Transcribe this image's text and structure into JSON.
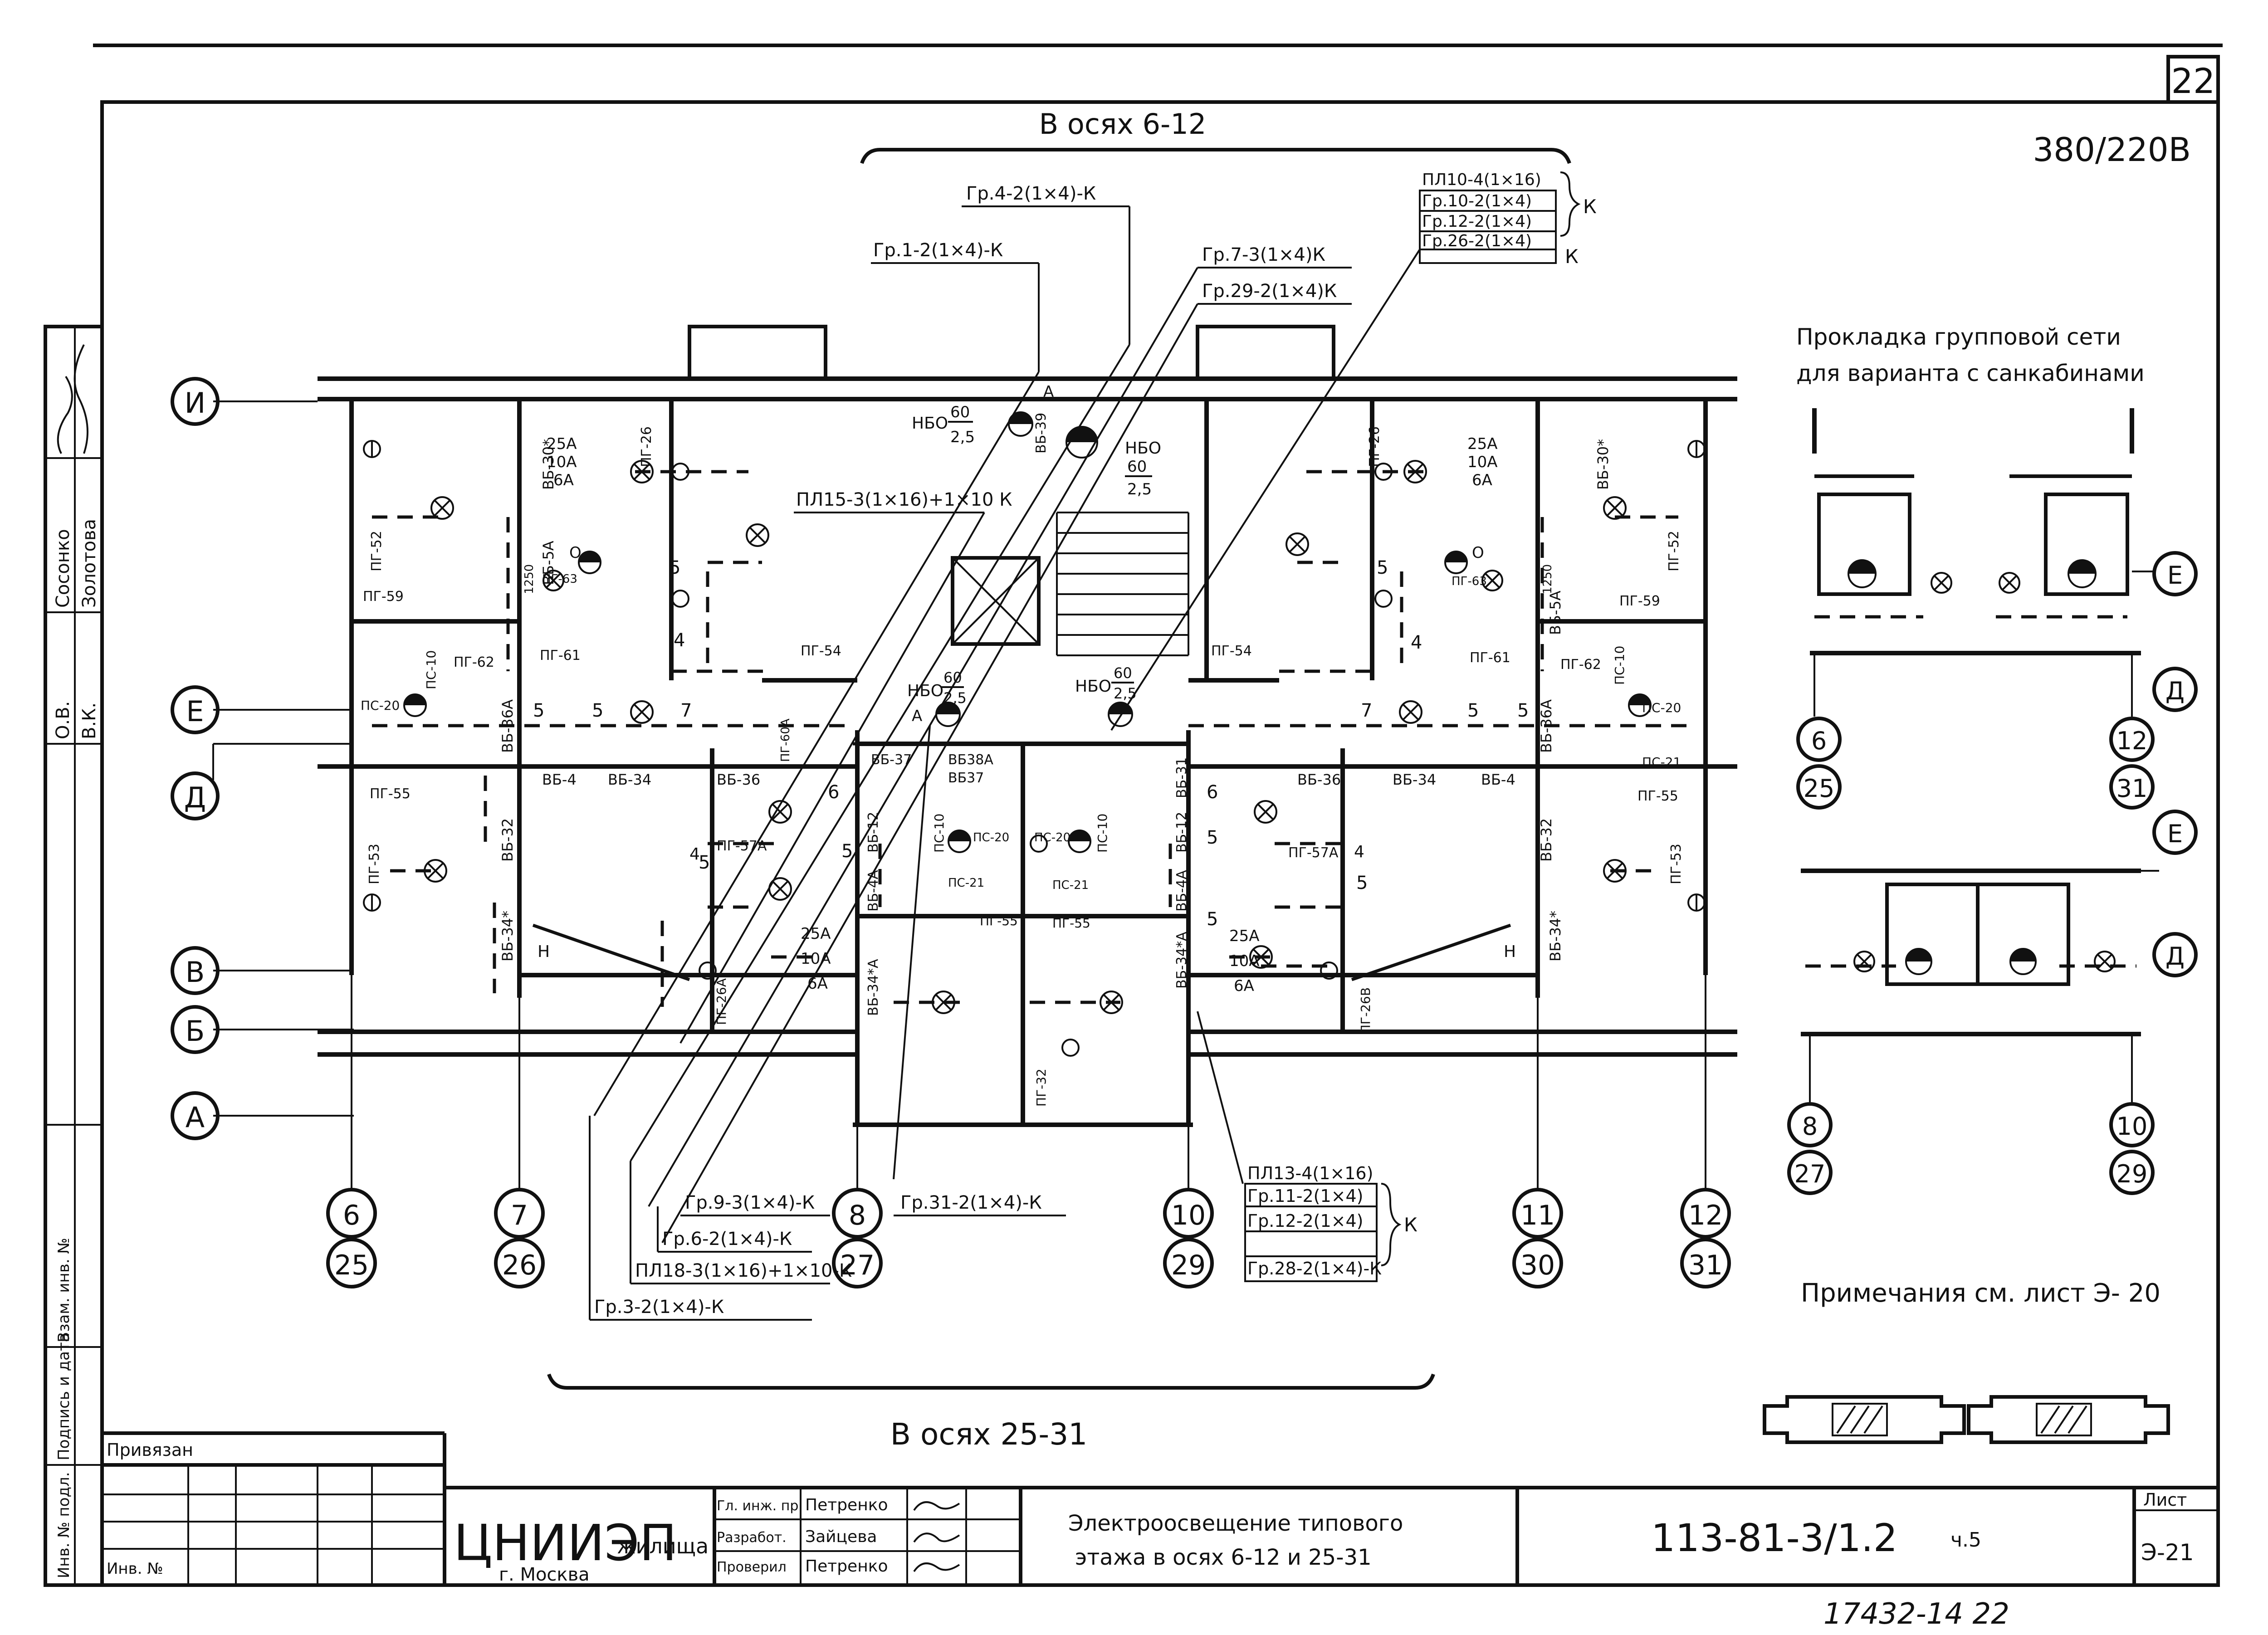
{
  "sheet": {
    "number": "22",
    "voltage": "380/220В",
    "axes_top": "В осях 6-12",
    "axes_bottom": "В осях 25-31",
    "note": "Примечания см. лист Э- 20",
    "doc_number": "113-81-3/1.2",
    "part": "ч.5",
    "sheet_label": "Лист",
    "sheet_code": "Э-21",
    "inventory_stamp": "17432-14 22"
  },
  "side_stamp": {
    "names": [
      "Сосонко",
      "Золотова"
    ],
    "initials": [
      "О.В.",
      "В.К."
    ],
    "field_labels": [
      "Инв. № подл.",
      "Подпись и дата",
      "Взам. инв. №"
    ]
  },
  "variant": {
    "title_line1": "Прокладка групповой сети",
    "title_line2": "для варианта с санкабинами",
    "axes_upper": [
      [
        "6",
        "25"
      ],
      [
        "12",
        "31"
      ]
    ],
    "axes_lower": [
      [
        "8",
        "27"
      ],
      [
        "10",
        "29"
      ]
    ],
    "rows_upper": [
      "Е",
      "Д"
    ],
    "rows_lower": [
      "Е",
      "Д"
    ]
  },
  "axes": {
    "rows": [
      "И",
      "Е",
      "Д",
      "В",
      "Б",
      "А"
    ],
    "columns": [
      [
        "6",
        "25"
      ],
      [
        "7",
        "26"
      ],
      [
        "8",
        "27"
      ],
      [
        "10",
        "29"
      ],
      [
        "11",
        "30"
      ],
      [
        "12",
        "31"
      ]
    ]
  },
  "leaders_top": {
    "gr4": "Гр.4-2(1×4)-К",
    "gr1": "Гр.1-2(1×4)-К",
    "gr7": "Гр.7-3(1×4)К",
    "gr29": "Гр.29-2(1×4)К",
    "pl15": "ПЛ15-3(1×16)+1×10 К",
    "bundle": [
      "ПЛ10-4(1×16)",
      "Гр.10-2(1×4)",
      "Гр.12-2(1×4)",
      "Гр.26-2(1×4)"
    ],
    "bundle_k": [
      "К",
      "К"
    ]
  },
  "leaders_bottom": {
    "gr9": "Гр.9-3(1×4)-К",
    "gr6": "Гр.6-2(1×4)-К",
    "pl18": "ПЛ18-3(1×16)+1×10-К",
    "gr3": "Гр.3-2(1×4)-К",
    "gr31": "Гр.31-2(1×4)-К",
    "bundle": [
      "ПЛ13-4(1×16)",
      "Гр.11-2(1×4)",
      "Гр.12-2(1×4)",
      "Гр.28-2(1×4)-К"
    ],
    "bundle_k": "К"
  },
  "labels": {
    "nbo_top": [
      "НБО",
      "60",
      "2,5"
    ],
    "nbo_stair": [
      "НБО",
      "60",
      "2,5"
    ],
    "nbo_mid1": [
      "НБО",
      "60",
      "2,5"
    ],
    "nbo_mid2": [
      "НБО",
      "60",
      "2,5"
    ],
    "fuses": [
      "25А",
      "10А",
      "6А"
    ],
    "risers": [
      "ВБ-30*",
      "ВБ-5А",
      "ВБ-36А",
      "ВБ-32",
      "ВБ-34*",
      "ВБ-4",
      "ВБ-34",
      "ВБ-36",
      "ВБ-37",
      "ВБ38А",
      "ВБ37",
      "ВБ-12",
      "ВБ-4А",
      "ВБ-34*А",
      "ВБ-31",
      "ВБ-39"
    ],
    "panels": [
      "ПГ-26",
      "ПГ-52",
      "ПГ-59",
      "ПГ-62",
      "ПГ-61",
      "ПГ-55",
      "ПГ-53",
      "ПГ-54",
      "ПГ-57А",
      "ПГ-26А",
      "ПГ-26В",
      "ПГ-32",
      "ПГ-63",
      "ПС-10",
      "ПС-20",
      "ПС-21",
      "ПГ-60А"
    ],
    "group_nums": [
      "5",
      "7",
      "4",
      "6",
      "Н",
      "А",
      "О"
    ],
    "dim": "1250"
  },
  "title_block": {
    "privyazan": "Привязан",
    "inv": "Инв. №",
    "org_big": "ЦНИИЭП",
    "org_small": "жилища",
    "city": "г. Москва",
    "roles": [
      "Гл. инж. пр.",
      "Разработ.",
      "Проверил"
    ],
    "people": [
      "Петренко",
      "Зайцева",
      "Петренко"
    ],
    "title_line1": "Электроосвещение типового",
    "title_line2": "этажа в осях 6-12 и 25-31"
  }
}
